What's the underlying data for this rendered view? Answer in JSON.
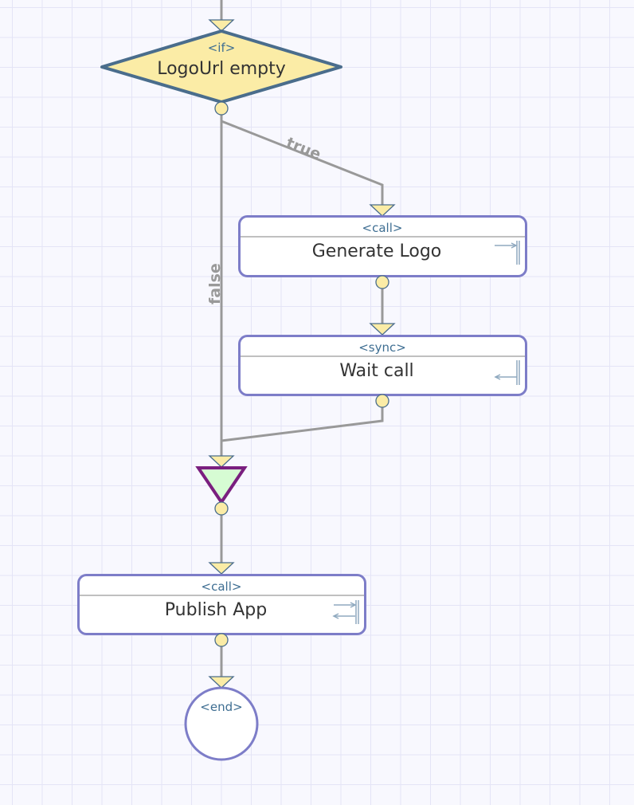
{
  "diagram": {
    "type": "workflow-flowchart",
    "colors": {
      "background": "#f8f8fe",
      "grid": "#e4e4f6",
      "edge": "#999999",
      "decision_fill": "#fbeca6",
      "decision_stroke": "#4a6d8c",
      "activity_stroke": "#7d7dc8",
      "merge_fill": "#d6fcd3",
      "merge_stroke": "#7a1f7f",
      "stereotype_text": "#3e6e92",
      "title_text": "#333333"
    },
    "nodes": [
      {
        "id": "if-logourl",
        "kind": "decision",
        "stereotype": "<if>",
        "title": "LogoUrl empty"
      },
      {
        "id": "generate-logo",
        "kind": "activity",
        "stereotype": "<call>",
        "title": "Generate Logo",
        "icon": "async-call-icon"
      },
      {
        "id": "wait-call",
        "kind": "activity",
        "stereotype": "<sync>",
        "title": "Wait call",
        "icon": "sync-return-icon"
      },
      {
        "id": "merge",
        "kind": "merge"
      },
      {
        "id": "publish-app",
        "kind": "activity",
        "stereotype": "<call>",
        "title": "Publish App",
        "icon": "sync-call-icon"
      },
      {
        "id": "end",
        "kind": "end",
        "stereotype": "<end>"
      }
    ],
    "edges": [
      {
        "from": "if-logourl",
        "to": "generate-logo",
        "label": "true"
      },
      {
        "from": "if-logourl",
        "to": "merge",
        "label": "false"
      },
      {
        "from": "generate-logo",
        "to": "wait-call",
        "label": ""
      },
      {
        "from": "wait-call",
        "to": "merge",
        "label": ""
      },
      {
        "from": "merge",
        "to": "publish-app",
        "label": ""
      },
      {
        "from": "publish-app",
        "to": "end",
        "label": ""
      }
    ]
  }
}
